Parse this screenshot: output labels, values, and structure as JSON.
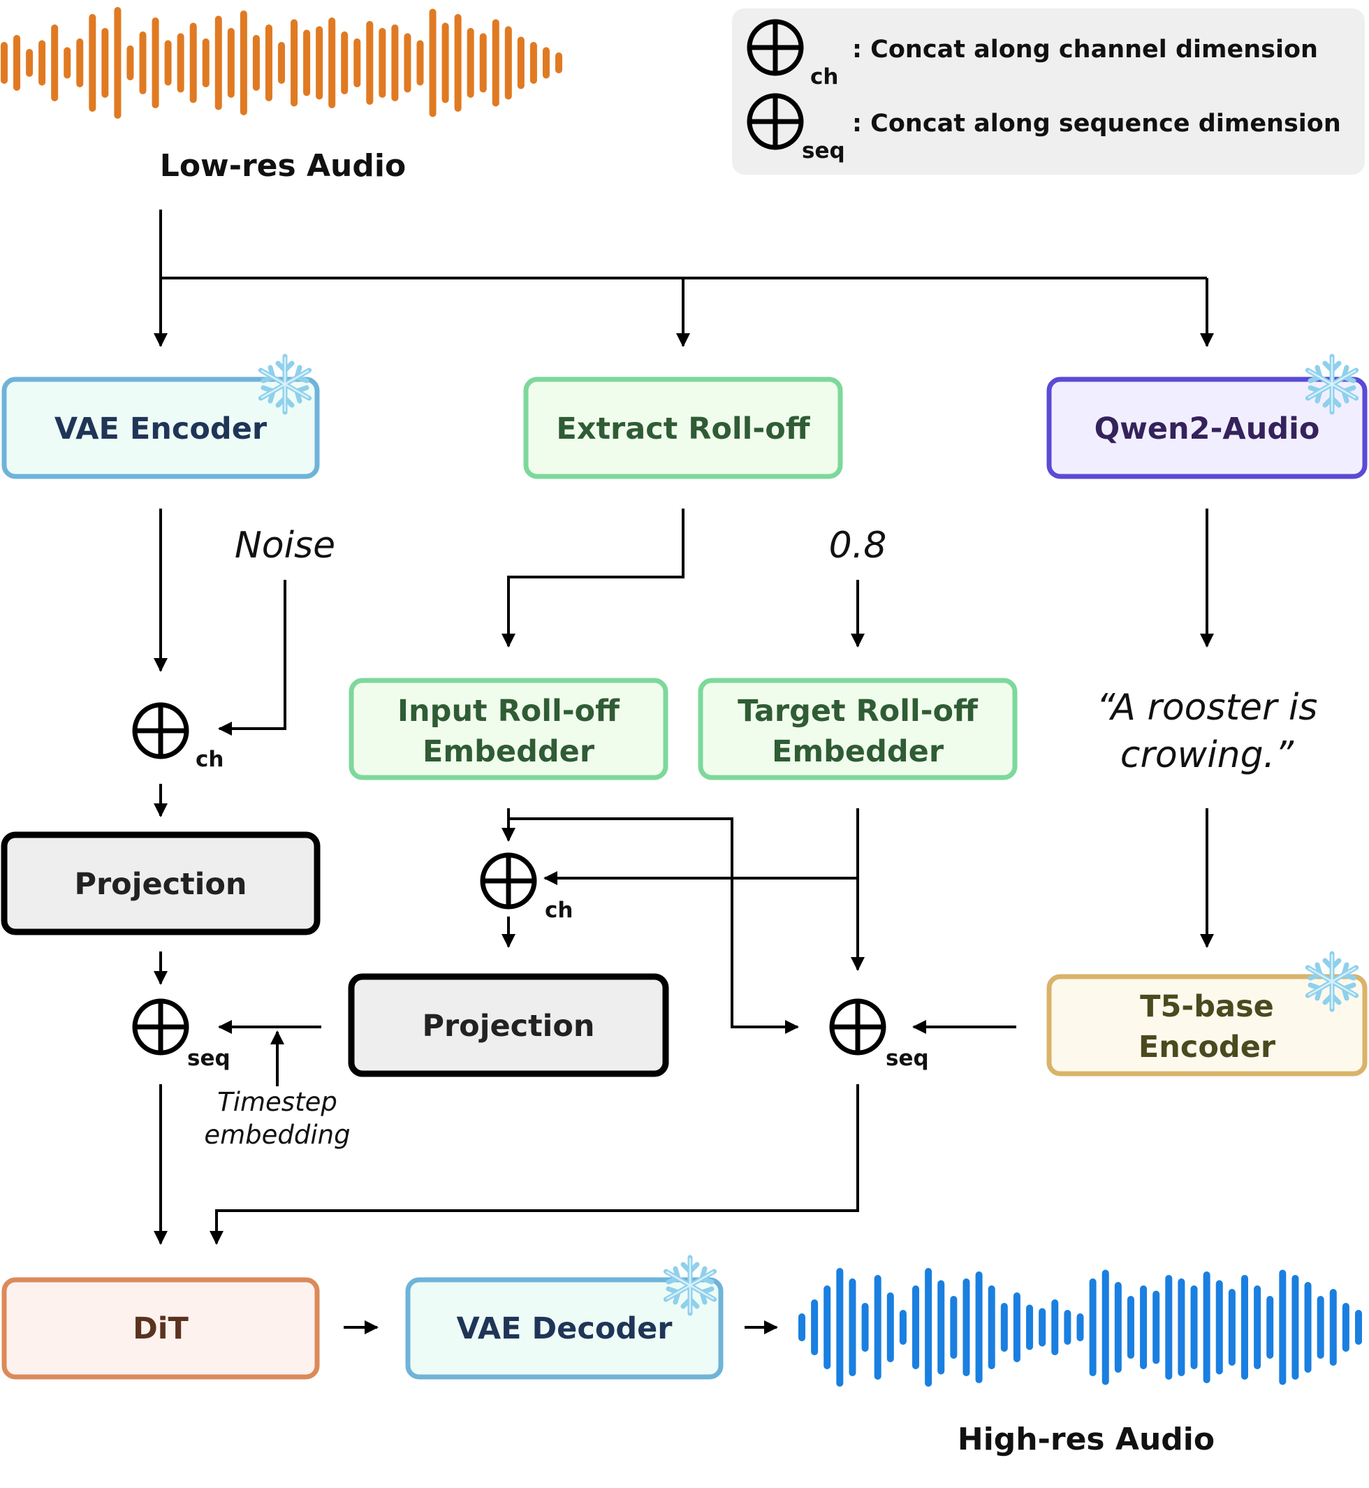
{
  "legend": {
    "ch_symbol_sub": "ch",
    "ch_text": ": Concat along channel dimension",
    "seq_symbol_sub": "seq",
    "seq_text": ": Concat along sequence dimension"
  },
  "inputs": {
    "lowres_audio": "Low-res Audio",
    "noise": "Noise",
    "target_value": "0.8",
    "caption_line1": "“A rooster is",
    "caption_line2": "crowing.”",
    "timestep_line1": "Timestep",
    "timestep_line2": "embedding"
  },
  "boxes": {
    "vae_encoder": "VAE Encoder",
    "extract_rolloff": "Extract Roll-off",
    "qwen2_audio": "Qwen2-Audio",
    "input_rolloff_line1": "Input Roll-off",
    "input_rolloff_line2": "Embedder",
    "target_rolloff_line1": "Target Roll-off",
    "target_rolloff_line2": "Embedder",
    "projection_left": "Projection",
    "projection_mid": "Projection",
    "t5_line1": "T5-base",
    "t5_line2": "Encoder",
    "dit": "DiT",
    "vae_decoder": "VAE Decoder"
  },
  "ops": {
    "ch": "ch",
    "seq": "seq"
  },
  "outputs": {
    "highres_audio": "High-res Audio"
  },
  "frozen_icon": "snowflake-icon",
  "colors": {
    "lowres_wave": "#e07a22",
    "highres_wave": "#1a7fe0",
    "vae": "#6fb3d9",
    "vae_fill": "#eefcf7",
    "green": "#7dd89b",
    "green_fill": "#f1fdec",
    "green_text": "#2f5c35",
    "qwen": "#5a4ad6",
    "qwen_fill": "#f1efff",
    "t5": "#d9b36a",
    "t5_fill": "#fdf9ec",
    "dit": "#db8a5a",
    "dit_fill": "#fdf2ee",
    "projection_fill": "#eeeeee",
    "legend_fill": "#efefef"
  }
}
